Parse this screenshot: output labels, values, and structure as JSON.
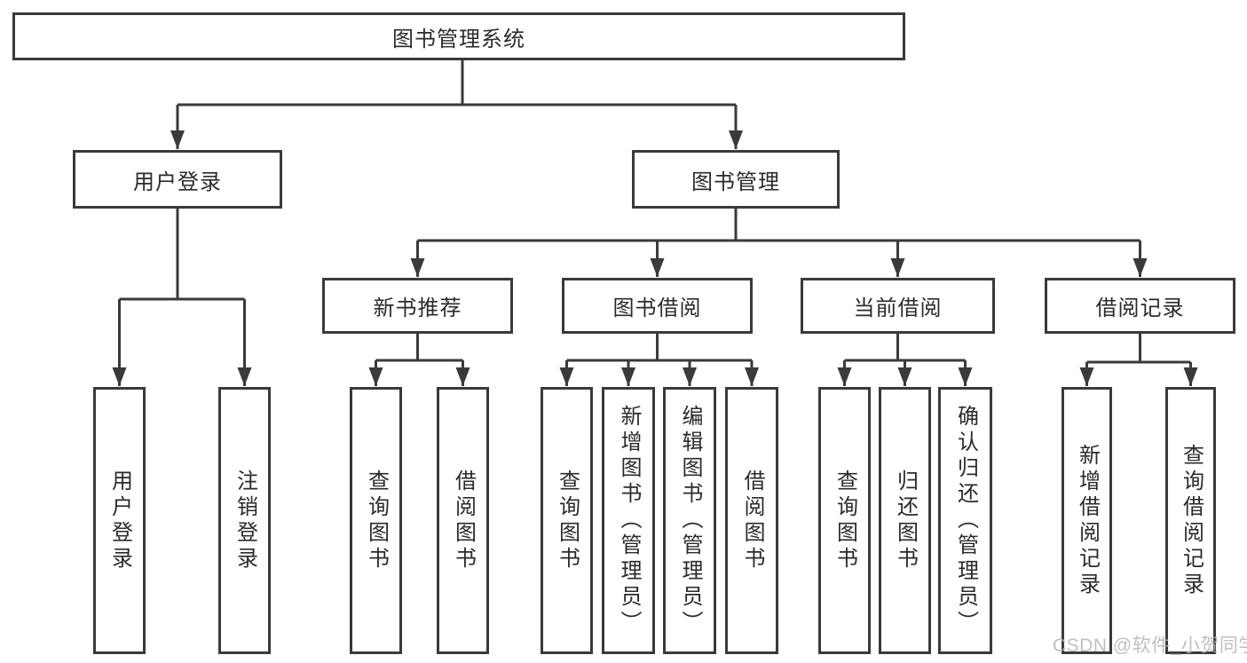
{
  "diagram": {
    "type": "hierarchy-tree",
    "colors": {
      "line": "#3a3a3a",
      "box_border": "#3a3a3a",
      "text": "#2b2b2b",
      "background": "#ffffff",
      "watermark": "#b5b5b5"
    },
    "root": {
      "label": "图书管理系统"
    },
    "level2": [
      {
        "id": "user-login-group",
        "label": "用户登录",
        "parent": "图书管理系统"
      },
      {
        "id": "book-management",
        "label": "图书管理",
        "parent": "图书管理系统"
      }
    ],
    "level3": [
      {
        "id": "new-book-recommend",
        "label": "新书推荐",
        "parent": "图书管理"
      },
      {
        "id": "book-borrowing",
        "label": "图书借阅",
        "parent": "图书管理"
      },
      {
        "id": "current-borrowing",
        "label": "当前借阅",
        "parent": "图书管理"
      },
      {
        "id": "borrowing-records",
        "label": "借阅记录",
        "parent": "图书管理"
      }
    ],
    "level4": [
      {
        "id": "user-login",
        "label": "用户登录",
        "parent": "用户登录"
      },
      {
        "id": "logout",
        "label": "注销登录",
        "parent": "用户登录"
      },
      {
        "id": "nbr-query-books",
        "label": "查询图书",
        "parent": "新书推荐"
      },
      {
        "id": "nbr-borrow-books",
        "label": "借阅图书",
        "parent": "新书推荐"
      },
      {
        "id": "bb-query-books",
        "label": "查询图书",
        "parent": "图书借阅"
      },
      {
        "id": "bb-add-books-admin",
        "label": "新增图书（管理员）",
        "parent": "图书借阅"
      },
      {
        "id": "bb-edit-books-admin",
        "label": "编辑图书（管理员）",
        "parent": "图书借阅"
      },
      {
        "id": "bb-borrow-books",
        "label": "借阅图书",
        "parent": "图书借阅"
      },
      {
        "id": "cb-query-books",
        "label": "查询图书",
        "parent": "当前借阅"
      },
      {
        "id": "cb-return-books",
        "label": "归还图书",
        "parent": "当前借阅"
      },
      {
        "id": "cb-confirm-return-admin",
        "label": "确认归还（管理员）",
        "parent": "当前借阅"
      },
      {
        "id": "br-add-record",
        "label": "新增借阅记录",
        "parent": "借阅记录"
      },
      {
        "id": "br-query-record",
        "label": "查询借阅记录",
        "parent": "借阅记录"
      }
    ],
    "watermark": {
      "text": "CSDN @软件_小贺同学"
    }
  }
}
